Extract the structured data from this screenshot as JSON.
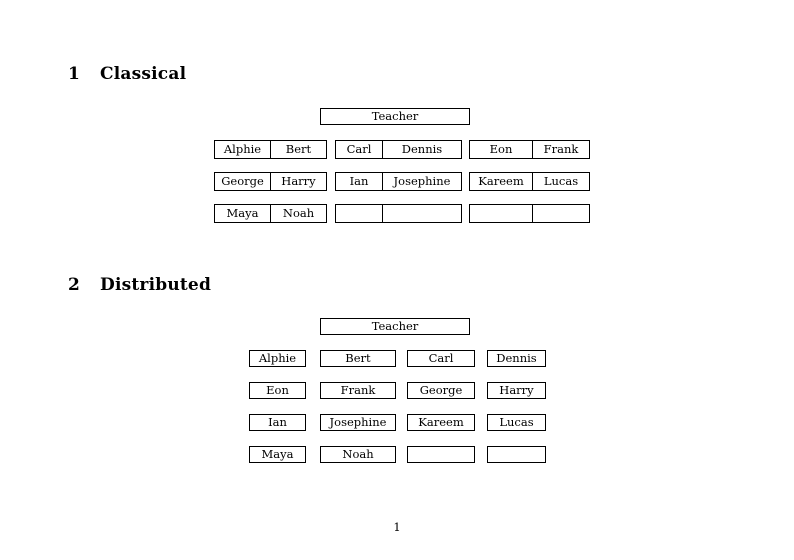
{
  "document": {
    "page_number": "1"
  },
  "sections": [
    {
      "number": "1",
      "title": "Classical",
      "root_label": "Teacher",
      "groups": [
        {
          "name": "group-a",
          "rows": [
            [
              "Alphie",
              "Bert"
            ],
            [
              "George",
              "Harry"
            ],
            [
              "Maya",
              "Noah"
            ]
          ]
        },
        {
          "name": "group-b",
          "rows": [
            [
              "Carl",
              "Dennis"
            ],
            [
              "Ian",
              "Josephine"
            ],
            [
              "",
              ""
            ]
          ]
        },
        {
          "name": "group-c",
          "rows": [
            [
              "Eon",
              "Frank"
            ],
            [
              "Kareem",
              "Lucas"
            ],
            [
              "",
              ""
            ]
          ]
        }
      ]
    },
    {
      "number": "2",
      "title": "Distributed",
      "root_label": "Teacher",
      "rows": [
        [
          "Alphie",
          "Bert",
          "Carl",
          "Dennis"
        ],
        [
          "Eon",
          "Frank",
          "George",
          "Harry"
        ],
        [
          "Ian",
          "Josephine",
          "Kareem",
          "Lucas"
        ],
        [
          "Maya",
          "Noah",
          "",
          ""
        ]
      ]
    }
  ]
}
